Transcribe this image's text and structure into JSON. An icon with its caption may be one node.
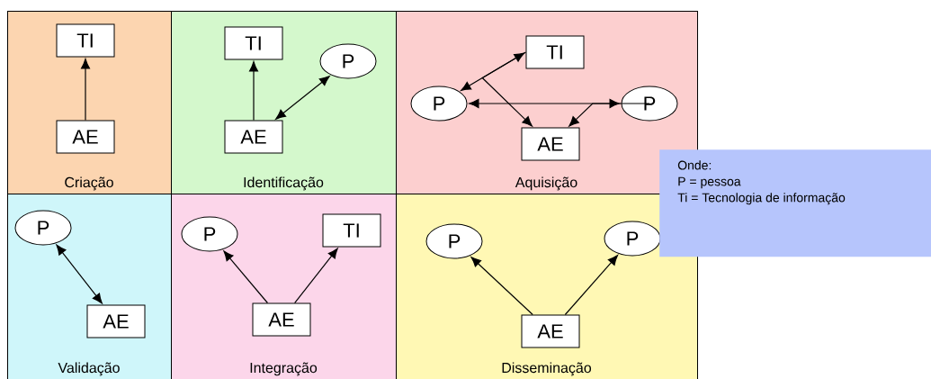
{
  "diagram": {
    "nodes": [
      {
        "text": [
          "Criação"
        ]
      },
      {
        "text": [
          "TI"
        ],
        "in": 0
      },
      {
        "text": [
          "AE"
        ],
        "in": 0
      },
      {
        "text": [
          "Identificação"
        ]
      },
      {
        "text": [
          "TI"
        ],
        "in": 3
      },
      {
        "text": [
          "P"
        ],
        "in": 3
      },
      {
        "text": [
          "AE"
        ],
        "in": 3
      },
      {
        "text": [
          "Aquisição"
        ]
      },
      {
        "text": [
          "TI"
        ],
        "in": 7
      },
      {
        "text": [
          "P"
        ],
        "in": 7
      },
      {
        "text": [
          "P"
        ],
        "in": 7
      },
      {
        "text": [
          "AE"
        ],
        "in": 7
      },
      {
        "text": [
          "Validação"
        ]
      },
      {
        "text": [
          "P"
        ],
        "in": 12
      },
      {
        "text": [
          "AE"
        ],
        "in": 12
      },
      {
        "text": [
          "Integração"
        ]
      },
      {
        "text": [
          "P"
        ],
        "in": 15
      },
      {
        "text": [
          "TI"
        ],
        "in": 15
      },
      {
        "text": [
          "AE"
        ],
        "in": 15
      },
      {
        "text": [
          "Disseminação"
        ]
      },
      {
        "text": [
          "P"
        ],
        "in": 19
      },
      {
        "text": [
          "P"
        ],
        "in": 19
      },
      {
        "text": [
          "AE"
        ],
        "in": 19
      },
      {
        "text": [
          "Onde:",
          "P = pessoa",
          "Ti = Tecnologia de informação"
        ]
      }
    ],
    "edges": [
      {
        "from": 2,
        "to": 1,
        "arrow": "to"
      },
      {
        "from": 6,
        "to": 4,
        "arrow": "to"
      },
      {
        "from": 6,
        "to": 5,
        "arrow": "both"
      },
      {
        "from": 9,
        "to": 8,
        "arrow": "both"
      },
      {
        "from": 8,
        "to": 11,
        "arrow": "to"
      },
      {
        "from": 9,
        "to": 10,
        "arrow": "both"
      },
      {
        "from": 10,
        "to": 11,
        "arrow": "to"
      },
      {
        "from": 13,
        "to": 14,
        "arrow": "both"
      },
      {
        "from": 18,
        "to": 16,
        "arrow": "to"
      },
      {
        "from": 18,
        "to": 17,
        "arrow": "to"
      },
      {
        "from": 22,
        "to": 20,
        "arrow": "to"
      },
      {
        "from": 22,
        "to": 21,
        "arrow": "to"
      }
    ]
  }
}
